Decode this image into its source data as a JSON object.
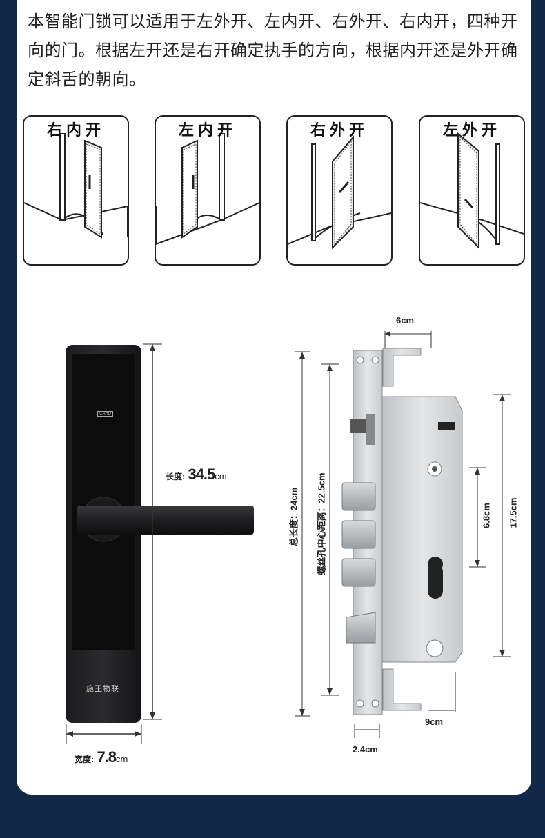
{
  "intro_text": "本智能门锁可以适用于左外开、左内开、右外开、右内开，四种开向的门。根据左开还是右开确定执手的方向，根据内开还是外开确定斜舌的朝向。",
  "door_types": [
    {
      "label": "右内开"
    },
    {
      "label": "左内开"
    },
    {
      "label": "右外开"
    },
    {
      "label": "左外开"
    }
  ],
  "lock_panel": {
    "card_text": "CARD",
    "brand": "施王物联",
    "length_prefix": "长度:",
    "length_value": "34.5",
    "length_unit": "cm",
    "width_prefix": "宽度:",
    "width_value": "7.8",
    "width_unit": "cm"
  },
  "mortise": {
    "top_width": "6cm",
    "total_length": "总长度：24cm",
    "screw_distance": "螺丝孔中心距离：22.5cm",
    "hole_distance": "6.8cm",
    "body_length": "17.5cm",
    "depth": "9cm",
    "plate_width": "2.4cm"
  },
  "colors": {
    "background": "#132746",
    "card": "#ffffff"
  }
}
